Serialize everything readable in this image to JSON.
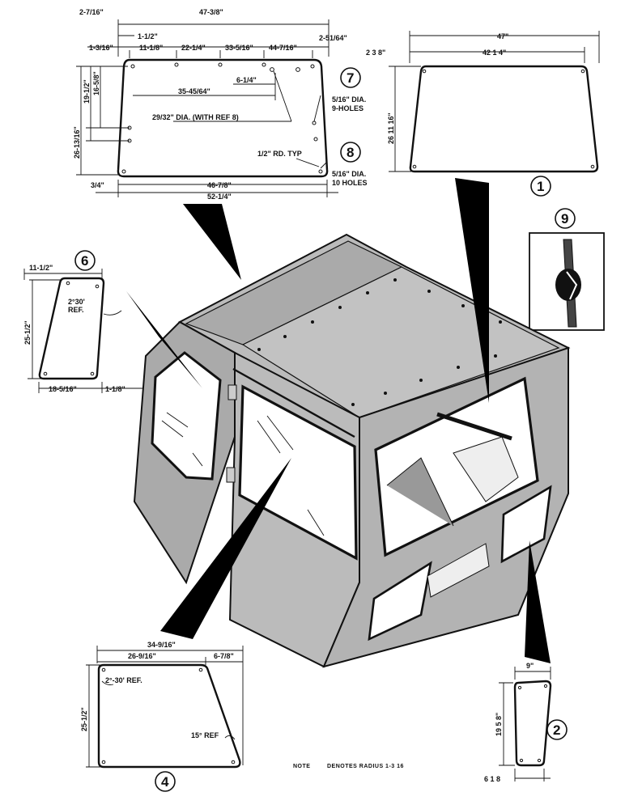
{
  "colors": {
    "ink": "#111111",
    "paper": "#ffffff"
  },
  "panel7": {
    "dims": {
      "d1": "2-7/16\"",
      "d2": "47-3/8\"",
      "d3": "1-1/2\"",
      "d4": "1-3/16\"",
      "d5": "11-1/8\"",
      "d6": "22-1/4\"",
      "d7": "33-5/16\"",
      "d8": "44-7/16\"",
      "d9": "2-51/64\"",
      "d10": "6-1/4\"",
      "d11": "35-45/64\"",
      "d12": "29/32\" DIA. (WITH REF 8)",
      "d13": "26-13/16\"",
      "d14": "19-1/2\"",
      "d15": "16-5/8\"",
      "d16": "3/4\"",
      "d17": "46-7/8\"",
      "d18": "52-1/4\""
    },
    "callout7": "7",
    "holes7_line1": "5/16\" DIA.",
    "holes7_line2": "9-HOLES",
    "callout8": "8",
    "rd_typ": "1/2\" RD. TYP",
    "holes8_line1": "5/16\" DIA.",
    "holes8_line2": "10 HOLES"
  },
  "panel1": {
    "d_top": "47\"",
    "d_left": "2 3 8\"",
    "d_mid": "42 1 4\"",
    "d_height": "26 11 16\"",
    "callout": "1"
  },
  "panel9": {
    "callout": "9"
  },
  "panel6": {
    "d_top": "11-1/2\"",
    "d_height": "25-1/2\"",
    "angle_line1": "2°30'",
    "angle_line2": "REF.",
    "d_bottom1": "18-5/16\"",
    "d_bottom2": "1-1/8\"",
    "callout": "6"
  },
  "panel4": {
    "d_top": "34-9/16\"",
    "d_mid": "26-9/16\"",
    "d_right": "6-7/8\"",
    "d_height": "25-1/2\"",
    "angle": "2°-30' REF.",
    "angle2": "15° REF",
    "callout": "4"
  },
  "panel2": {
    "d_top": "9\"",
    "d_height": "19 5 8\"",
    "d_bottom": "6 1 8",
    "callout": "2"
  },
  "note": {
    "label": "NOTE",
    "text": "DENOTES RADIUS 1-3 16"
  }
}
